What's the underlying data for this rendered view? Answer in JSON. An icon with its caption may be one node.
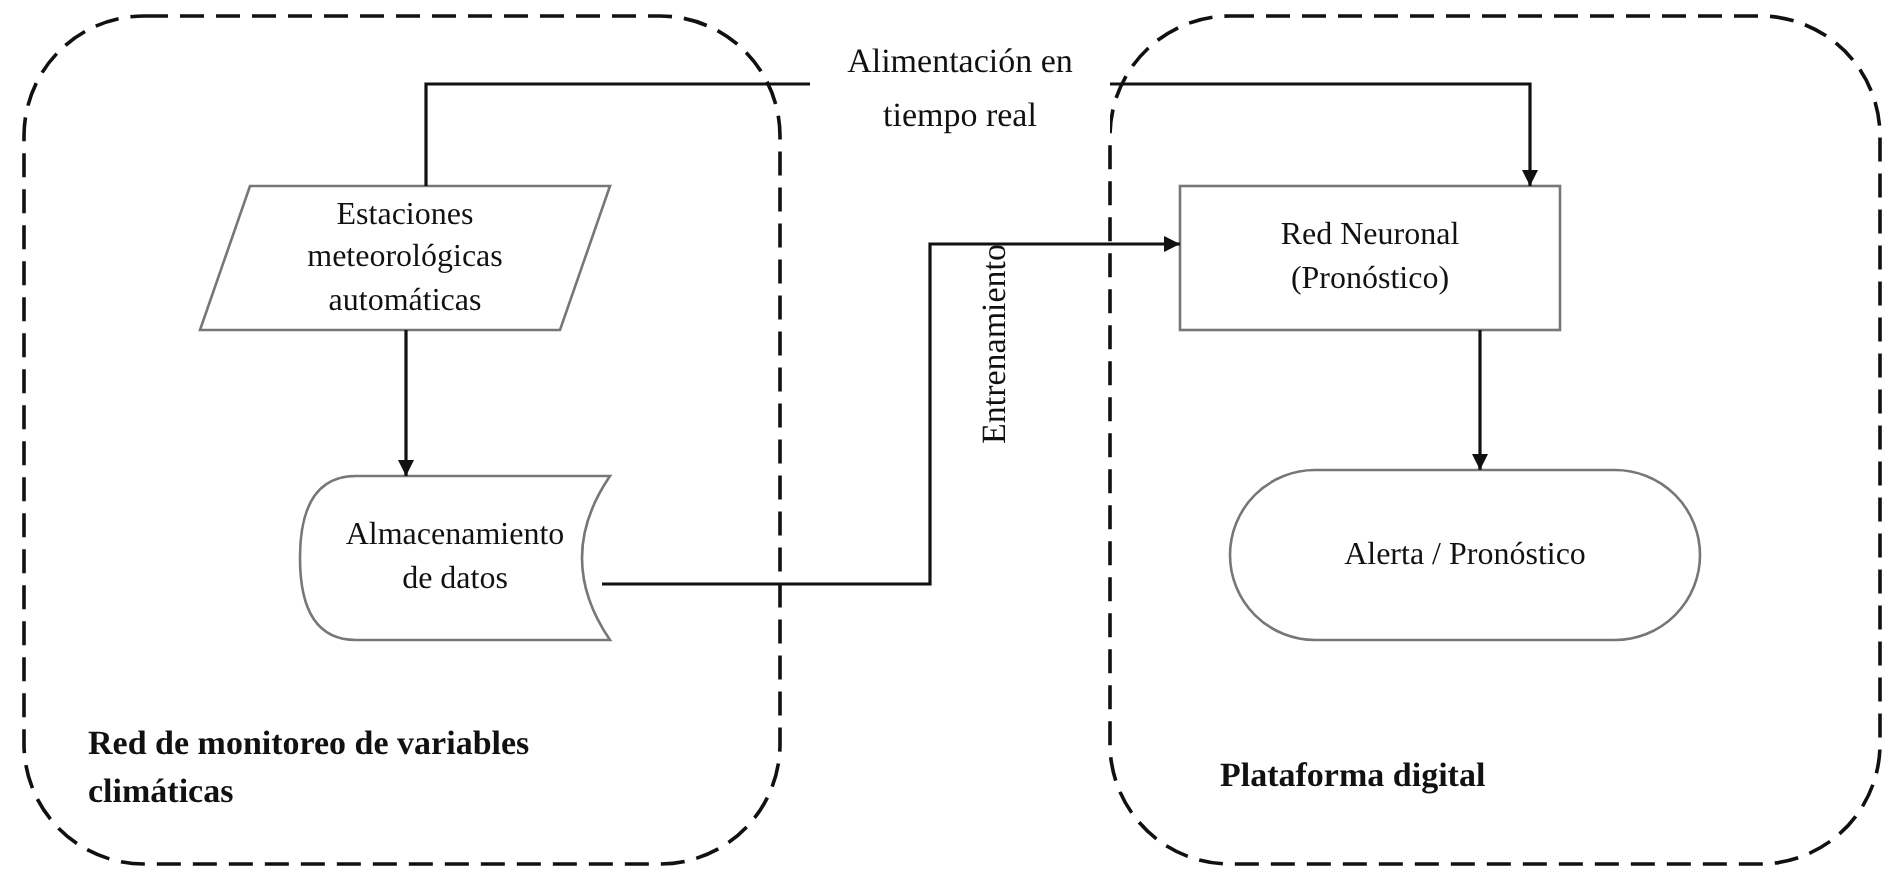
{
  "diagram": {
    "nodes": [
      {
        "text": [
          "Red de monitoreo de variables climáticas"
        ]
      },
      {
        "text": [
          "Plataforma digital"
        ]
      },
      {
        "text": [
          "Estaciones meteorológicas automáticas"
        ],
        "in": 0
      },
      {
        "text": [
          "Almacenamiento de datos"
        ],
        "in": 0
      },
      {
        "text": [
          "Red Neuronal (Pronóstico)"
        ],
        "in": 1
      },
      {
        "text": [
          "Alerta / Pronóstico"
        ],
        "in": 1
      }
    ],
    "edges": [
      {
        "from": 2,
        "to": 3,
        "arrow": "to"
      },
      {
        "from": 2,
        "to": 4,
        "arrow": "to",
        "label": "Alimentación en tiempo real"
      },
      {
        "from": 3,
        "to": 4,
        "arrow": "to",
        "label": "Entrenamiento"
      },
      {
        "from": 4,
        "to": 5,
        "arrow": "to"
      }
    ]
  }
}
